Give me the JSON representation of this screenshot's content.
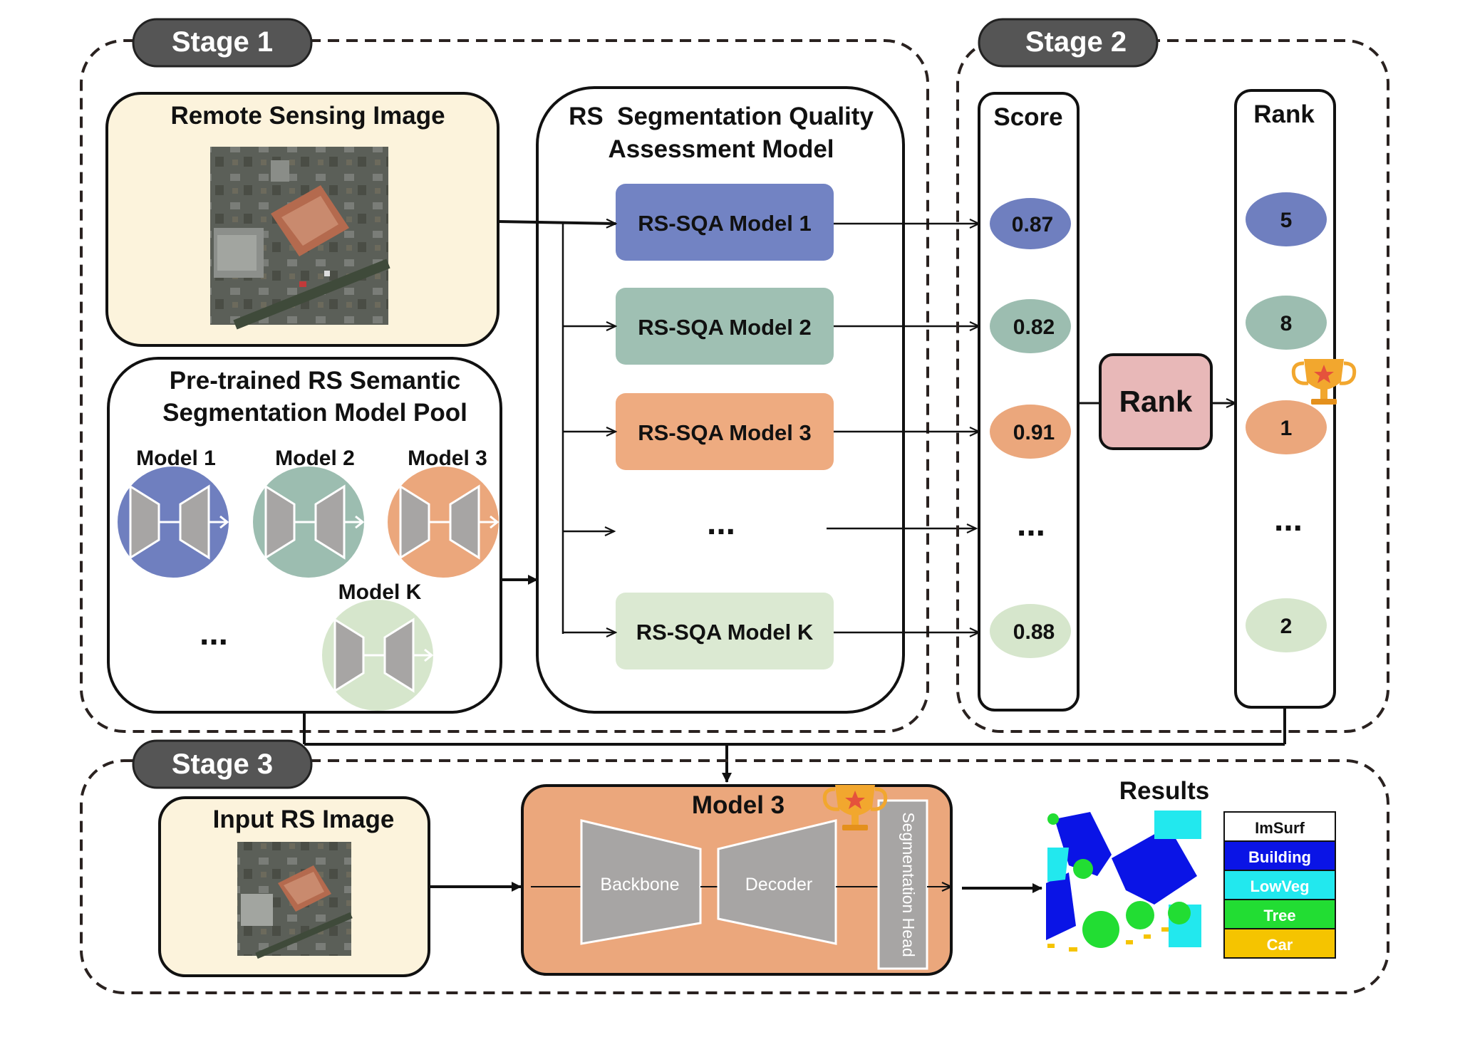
{
  "stage1": {
    "label": "Stage 1"
  },
  "stage2": {
    "label": "Stage 2"
  },
  "stage3": {
    "label": "Stage 3"
  },
  "rs_image": {
    "title": "Remote Sensing Image"
  },
  "model_pool": {
    "title_line1": "Pre-trained RS Semantic",
    "title_line2": "Segmentation Model Pool",
    "models": [
      {
        "label": "Model 1",
        "color": "#6f7fbf"
      },
      {
        "label": "Model 2",
        "color": "#9cbdb0"
      },
      {
        "label": "Model 3",
        "color": "#eba77c"
      },
      {
        "label": "Model K",
        "color": "#d6e6cc"
      }
    ],
    "ellipsis": "..."
  },
  "sqa": {
    "title_line1": "RS  Segmentation Quality",
    "title_line2": "Assessment Model",
    "models": [
      {
        "label": "RS-SQA Model 1",
        "color": "#7283c3"
      },
      {
        "label": "RS-SQA Model 2",
        "color": "#9fc0b3"
      },
      {
        "label": "RS-SQA Model 3",
        "color": "#eeab80"
      },
      {
        "label": "RS-SQA Model K",
        "color": "#dbe9d2"
      }
    ],
    "ellipsis": "..."
  },
  "score": {
    "title": "Score",
    "values": [
      "0.87",
      "0.82",
      "0.91",
      "0.88"
    ],
    "colors": [
      "#6f7fbf",
      "#9cbdb0",
      "#eba77c",
      "#d6e6cc"
    ],
    "ellipsis": "..."
  },
  "rank_op": {
    "label": "Rank",
    "color": "#e8b8b8"
  },
  "rank": {
    "title": "Rank",
    "values": [
      "5",
      "8",
      "1",
      "2"
    ],
    "colors": [
      "#6f7fbf",
      "#9cbdb0",
      "#eba77c",
      "#d6e6cc"
    ],
    "ellipsis": "..."
  },
  "stage3_panel": {
    "input_title": "Input RS Image",
    "model_title": "Model 3",
    "backbone": "Backbone",
    "decoder": "Decoder",
    "seg_head": "Segmentation Head",
    "model_color": "#eba77c",
    "results_title": "Results"
  },
  "legend": [
    {
      "label": "ImSurf",
      "color": "#ffffff",
      "text_color": "#111111"
    },
    {
      "label": "Building",
      "color": "#0a14e6",
      "text_color": "#ffffff"
    },
    {
      "label": "LowVeg",
      "color": "#22e8ee",
      "text_color": "#ffffff"
    },
    {
      "label": "Tree",
      "color": "#22dd33",
      "text_color": "#ffffff"
    },
    {
      "label": "Car",
      "color": "#f5c400",
      "text_color": "#ffffff"
    }
  ]
}
